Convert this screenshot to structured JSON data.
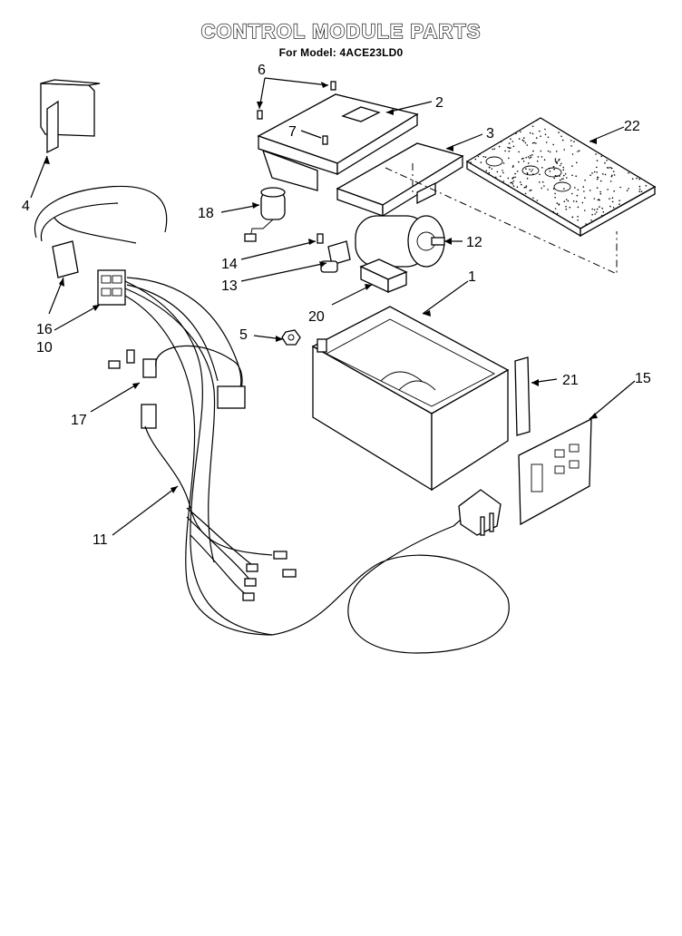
{
  "title": "CONTROL MODULE PARTS",
  "subtitle": "For Model: 4ACE23LD0",
  "callouts": [
    {
      "id": "c6",
      "label": "6"
    },
    {
      "id": "c2",
      "label": "2"
    },
    {
      "id": "c7",
      "label": "7"
    },
    {
      "id": "c3",
      "label": "3"
    },
    {
      "id": "c22",
      "label": "22"
    },
    {
      "id": "c4",
      "label": "4"
    },
    {
      "id": "c18",
      "label": "18"
    },
    {
      "id": "c12",
      "label": "12"
    },
    {
      "id": "c14",
      "label": "14"
    },
    {
      "id": "c1",
      "label": "1"
    },
    {
      "id": "c13",
      "label": "13"
    },
    {
      "id": "c16",
      "label": "16"
    },
    {
      "id": "c20",
      "label": "20"
    },
    {
      "id": "c5",
      "label": "5"
    },
    {
      "id": "c10",
      "label": "10"
    },
    {
      "id": "c21",
      "label": "21"
    },
    {
      "id": "c15",
      "label": "15"
    },
    {
      "id": "c17",
      "label": "17"
    },
    {
      "id": "c11",
      "label": "11"
    }
  ]
}
